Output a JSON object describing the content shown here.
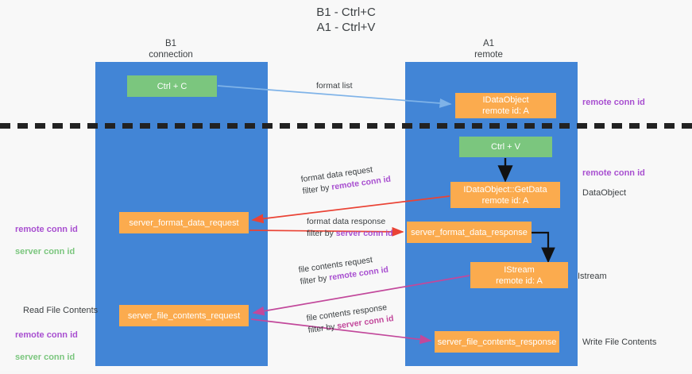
{
  "title": "B1 - Ctrl+C\nA1 - Ctrl+V",
  "columns": {
    "left": {
      "name": "B1",
      "role": "connection",
      "header": "B1\nconnection"
    },
    "right": {
      "name": "A1",
      "role": "remote",
      "header": "A1\nremote"
    }
  },
  "boxes": {
    "ctrl_c": {
      "label": "Ctrl + C",
      "color": "#7bc67e",
      "lane": "B1"
    },
    "idataobject": {
      "label": "IDataObject\nremote id: A",
      "color": "#fbab4e",
      "lane": "A1"
    },
    "ctrl_v": {
      "label": "Ctrl + V",
      "color": "#7bc67e",
      "lane": "A1"
    },
    "getdata": {
      "label": "IDataObject::GetData\nremote id: A",
      "color": "#fbab4e",
      "lane": "A1"
    },
    "server_format_data_request": {
      "label": "server_format_data_request",
      "color": "#fbab4e",
      "lane": "B1"
    },
    "server_format_data_response": {
      "label": "server_format_data_response",
      "color": "#fbab4e",
      "lane": "A1"
    },
    "istream": {
      "label": "IStream\nremote id: A",
      "color": "#fbab4e",
      "lane": "A1"
    },
    "server_file_contents_request": {
      "label": "server_file_contents_request",
      "color": "#fbab4e",
      "lane": "B1"
    },
    "server_file_contents_response": {
      "label": "server_file_contents_response",
      "color": "#fbab4e",
      "lane": "A1"
    }
  },
  "edge_labels": {
    "format_list": {
      "line1": "format list"
    },
    "format_data_request": {
      "line1": "format data request",
      "line2_prefix": "filter by ",
      "line2_highlight": "remote conn id"
    },
    "format_data_response": {
      "line1": "format data response",
      "line2_prefix": "filter by ",
      "line2_highlight": "server conn id"
    },
    "file_contents_request": {
      "line1": "file contents request",
      "line2_prefix": "filter by ",
      "line2_highlight": "remote conn id"
    },
    "file_contents_response": {
      "line1": "file contents response",
      "line2_prefix": "filter by ",
      "line2_highlight": "server conn id"
    }
  },
  "annotations": {
    "remote_conn_id_top": "remote conn id",
    "remote_conn_id_mid": "remote conn id",
    "dataobject": "DataObject",
    "istream": "Istream",
    "write_file_contents": "Write File Contents",
    "read_file_contents": "Read File Contents",
    "left_ids_mid": {
      "remote": "remote conn id",
      "server": "server conn id"
    },
    "left_ids_low": {
      "remote": "remote conn id",
      "server": "server conn id"
    }
  },
  "colors": {
    "lane": "#4285d6",
    "green_box": "#7bc67e",
    "orange_box": "#fbab4e",
    "purple_text": "#a84fd0",
    "green_text": "#7bc67e",
    "pink_text": "#c2489b",
    "red_arrow": "#ea4335",
    "magenta_arrow": "#c2489b",
    "blue_arrow": "#7fb3e8",
    "black_arrow": "#111111",
    "background": "#f8f8f8"
  }
}
